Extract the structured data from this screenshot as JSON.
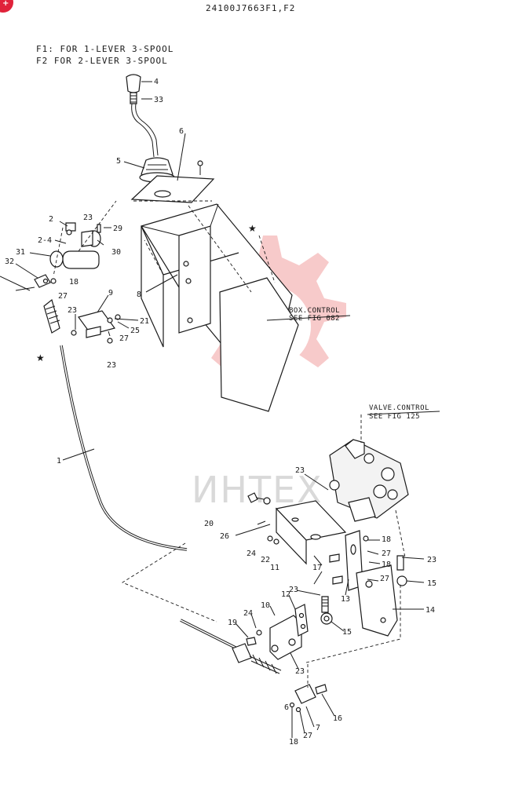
{
  "header": {
    "drawing_code": "24100J7663F1,F2"
  },
  "notes": {
    "f1": "F1: FOR 1-LEVER 3-SPOOL",
    "f2": "F2 FOR 2-LEVER 3-SPOOL"
  },
  "references": {
    "box_control_line1": "BOX.CONTROL",
    "box_control_line2": "SEE FIG 082",
    "valve_control_line1": "VALVE.CONTROL",
    "valve_control_line2": "SEE FIG 125"
  },
  "watermark": {
    "brand": "ИНТЕХ",
    "color": "#f2a0a0"
  },
  "colors": {
    "line": "#1a1a1a",
    "watermark_gear": "#f2a0a0",
    "corner_badge": "#e0223a"
  },
  "icons": {
    "corner_badge": "gear-badge-icon",
    "star_marker": "star-icon"
  },
  "callouts": {
    "c4": "4",
    "c33": "33",
    "c6": "6",
    "c5": "5",
    "c2": "2",
    "c23a": "23",
    "c29": "29",
    "c2_4": "2-4",
    "c30": "30",
    "c31": "31",
    "c32": "32",
    "c18a": "18",
    "c27a": "27",
    "c8": "8",
    "c9": "9",
    "c23b": "23",
    "c21": "21",
    "c25": "25",
    "c27b": "27",
    "c23c": "23",
    "c1": "1",
    "c23d": "23",
    "c20": "20",
    "c26": "26",
    "c24a": "24",
    "c22": "22",
    "c11": "11",
    "c18b": "18",
    "c27c": "27",
    "c18c": "18",
    "c23e": "23",
    "c17": "17",
    "c13": "13",
    "c27d": "27",
    "c15a": "15",
    "c14": "14",
    "c12": "12",
    "c23f": "23",
    "c10": "10",
    "c24b": "24",
    "c19": "19",
    "c15b": "15",
    "c23g": "23",
    "c6b": "6",
    "c7": "7",
    "c16": "16",
    "c27e": "27",
    "c18d": "18"
  }
}
